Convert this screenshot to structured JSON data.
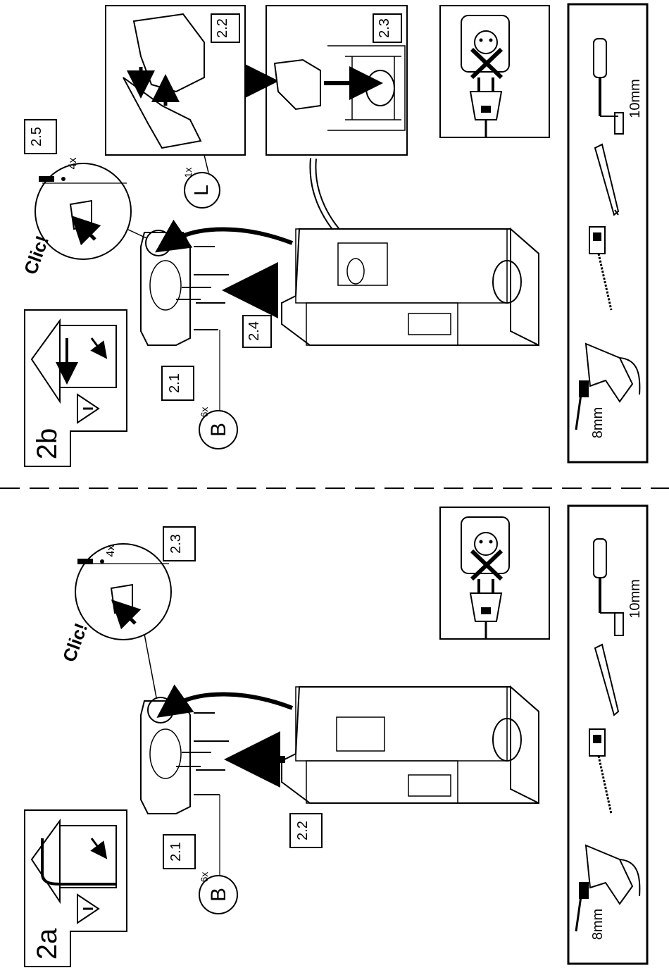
{
  "top_panel": {
    "step_label": "2b",
    "callouts": {
      "s21": "2.1",
      "s22": "2.2",
      "s23": "2.3",
      "s24": "2.4",
      "s25": "2.5"
    },
    "click_text": "Clic!",
    "screw_count": "4x",
    "part_b": {
      "letter": "B",
      "qty": "6x"
    },
    "part_l": {
      "letter": "L",
      "qty": "1x"
    },
    "tools": {
      "drill_size": "8mm",
      "wrench_size": "10mm"
    }
  },
  "bottom_panel": {
    "step_label": "2a",
    "callouts": {
      "s21": "2.1",
      "s22": "2.2",
      "s23": "2.3"
    },
    "click_text": "Clic!",
    "screw_count": "4x",
    "part_b": {
      "letter": "B",
      "qty": "6x"
    },
    "tools": {
      "drill_size": "8mm",
      "wrench_size": "10mm"
    }
  },
  "icons": [
    "unplug-warning-icon",
    "drill-icon",
    "tape-measure-icon",
    "pencil-icon",
    "screwdriver-icon",
    "warning-triangle-icon",
    "clic-magnifier-icon"
  ],
  "colors": {
    "line": "#000000",
    "background": "#ffffff"
  }
}
